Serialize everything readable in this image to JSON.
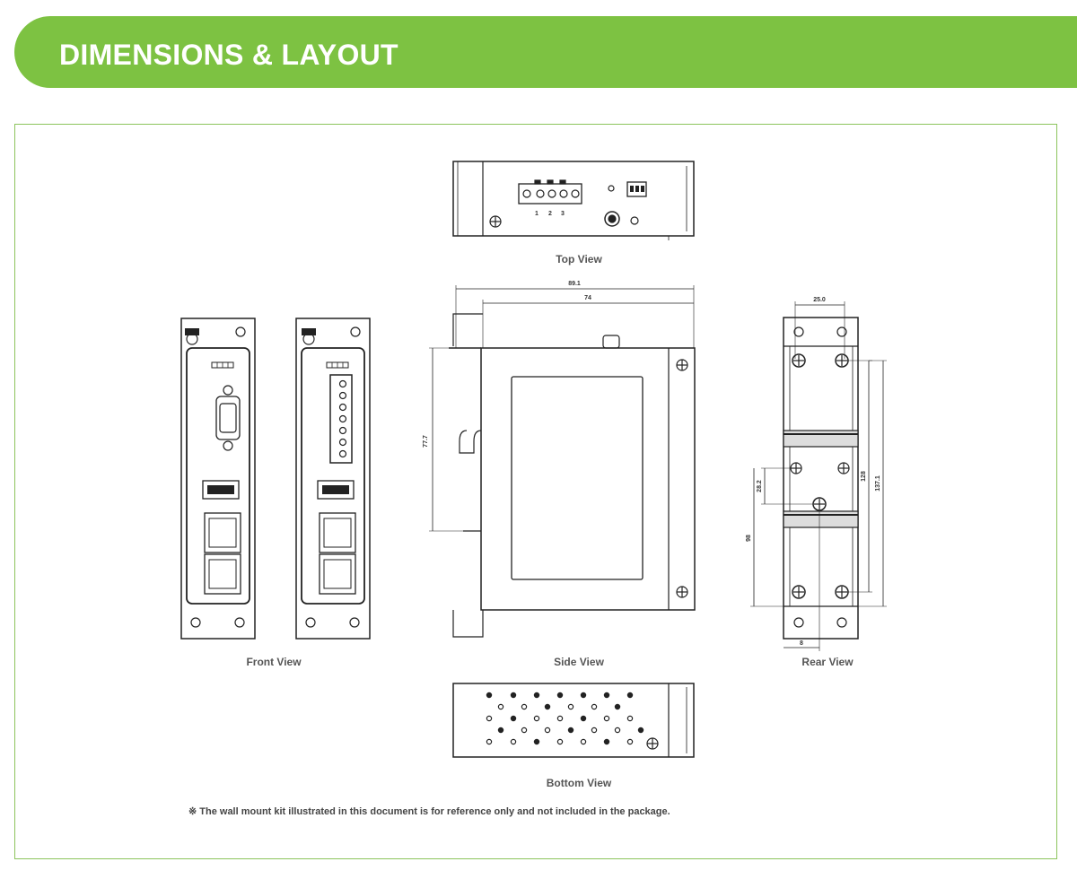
{
  "header": {
    "title": "DIMENSIONS & LAYOUT"
  },
  "colors": {
    "accent": "#7dc242",
    "frame_border": "#8cc45c"
  },
  "views": {
    "top": "Top View",
    "front": "Front View",
    "side": "Side View",
    "rear": "Rear View",
    "bottom": "Bottom View"
  },
  "top_view": {
    "terminal_labels": [
      "1",
      "2",
      "3"
    ]
  },
  "side_view": {
    "dims": {
      "overall_width": "89.1",
      "body_width": "74",
      "rail_height": "77.7"
    }
  },
  "rear_view": {
    "dims": {
      "top_spacing": "25.0",
      "side_spacing": "28.2",
      "lower_height": "98",
      "height_a": "128",
      "height_b": "137.1",
      "bottom_offset": "8"
    }
  },
  "footnote": "※ The wall mount kit illustrated in this document is for reference only and not included in the package."
}
